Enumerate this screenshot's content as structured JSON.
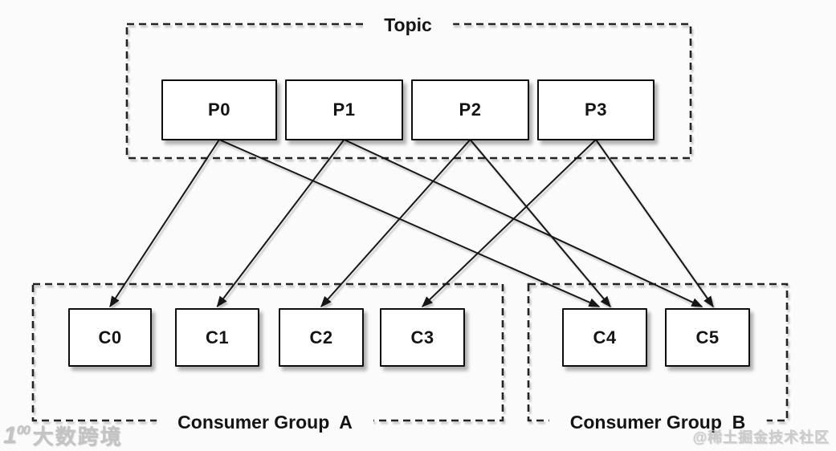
{
  "diagram": {
    "topic": {
      "label": "Topic",
      "partitions": [
        {
          "id": "P0",
          "label": "P0"
        },
        {
          "id": "P1",
          "label": "P1"
        },
        {
          "id": "P2",
          "label": "P2"
        },
        {
          "id": "P3",
          "label": "P3"
        }
      ]
    },
    "groups": [
      {
        "id": "A",
        "label": "Consumer Group  A",
        "consumers": [
          {
            "id": "C0",
            "label": "C0"
          },
          {
            "id": "C1",
            "label": "C1"
          },
          {
            "id": "C2",
            "label": "C2"
          },
          {
            "id": "C3",
            "label": "C3"
          }
        ]
      },
      {
        "id": "B",
        "label": "Consumer Group  B",
        "consumers": [
          {
            "id": "C4",
            "label": "C4"
          },
          {
            "id": "C5",
            "label": "C5"
          }
        ]
      }
    ],
    "connections": [
      {
        "from": "P0",
        "to": "C0"
      },
      {
        "from": "P1",
        "to": "C1"
      },
      {
        "from": "P2",
        "to": "C2"
      },
      {
        "from": "P3",
        "to": "C3"
      },
      {
        "from": "P0",
        "to": "C4"
      },
      {
        "from": "P2",
        "to": "C4"
      },
      {
        "from": "P1",
        "to": "C5"
      },
      {
        "from": "P3",
        "to": "C5"
      }
    ]
  },
  "watermarks": {
    "bottom_left_logo": "1",
    "bottom_left_logo_sup": "00",
    "bottom_left_text": "大数跨境",
    "bottom_right_text": "@稀土掘金技术社区"
  },
  "colors": {
    "line": "#161616",
    "box_border": "#0d0d0d",
    "dashed_border": "#232323",
    "background": "#fbfbfb",
    "watermark": "#c7c7c7"
  }
}
